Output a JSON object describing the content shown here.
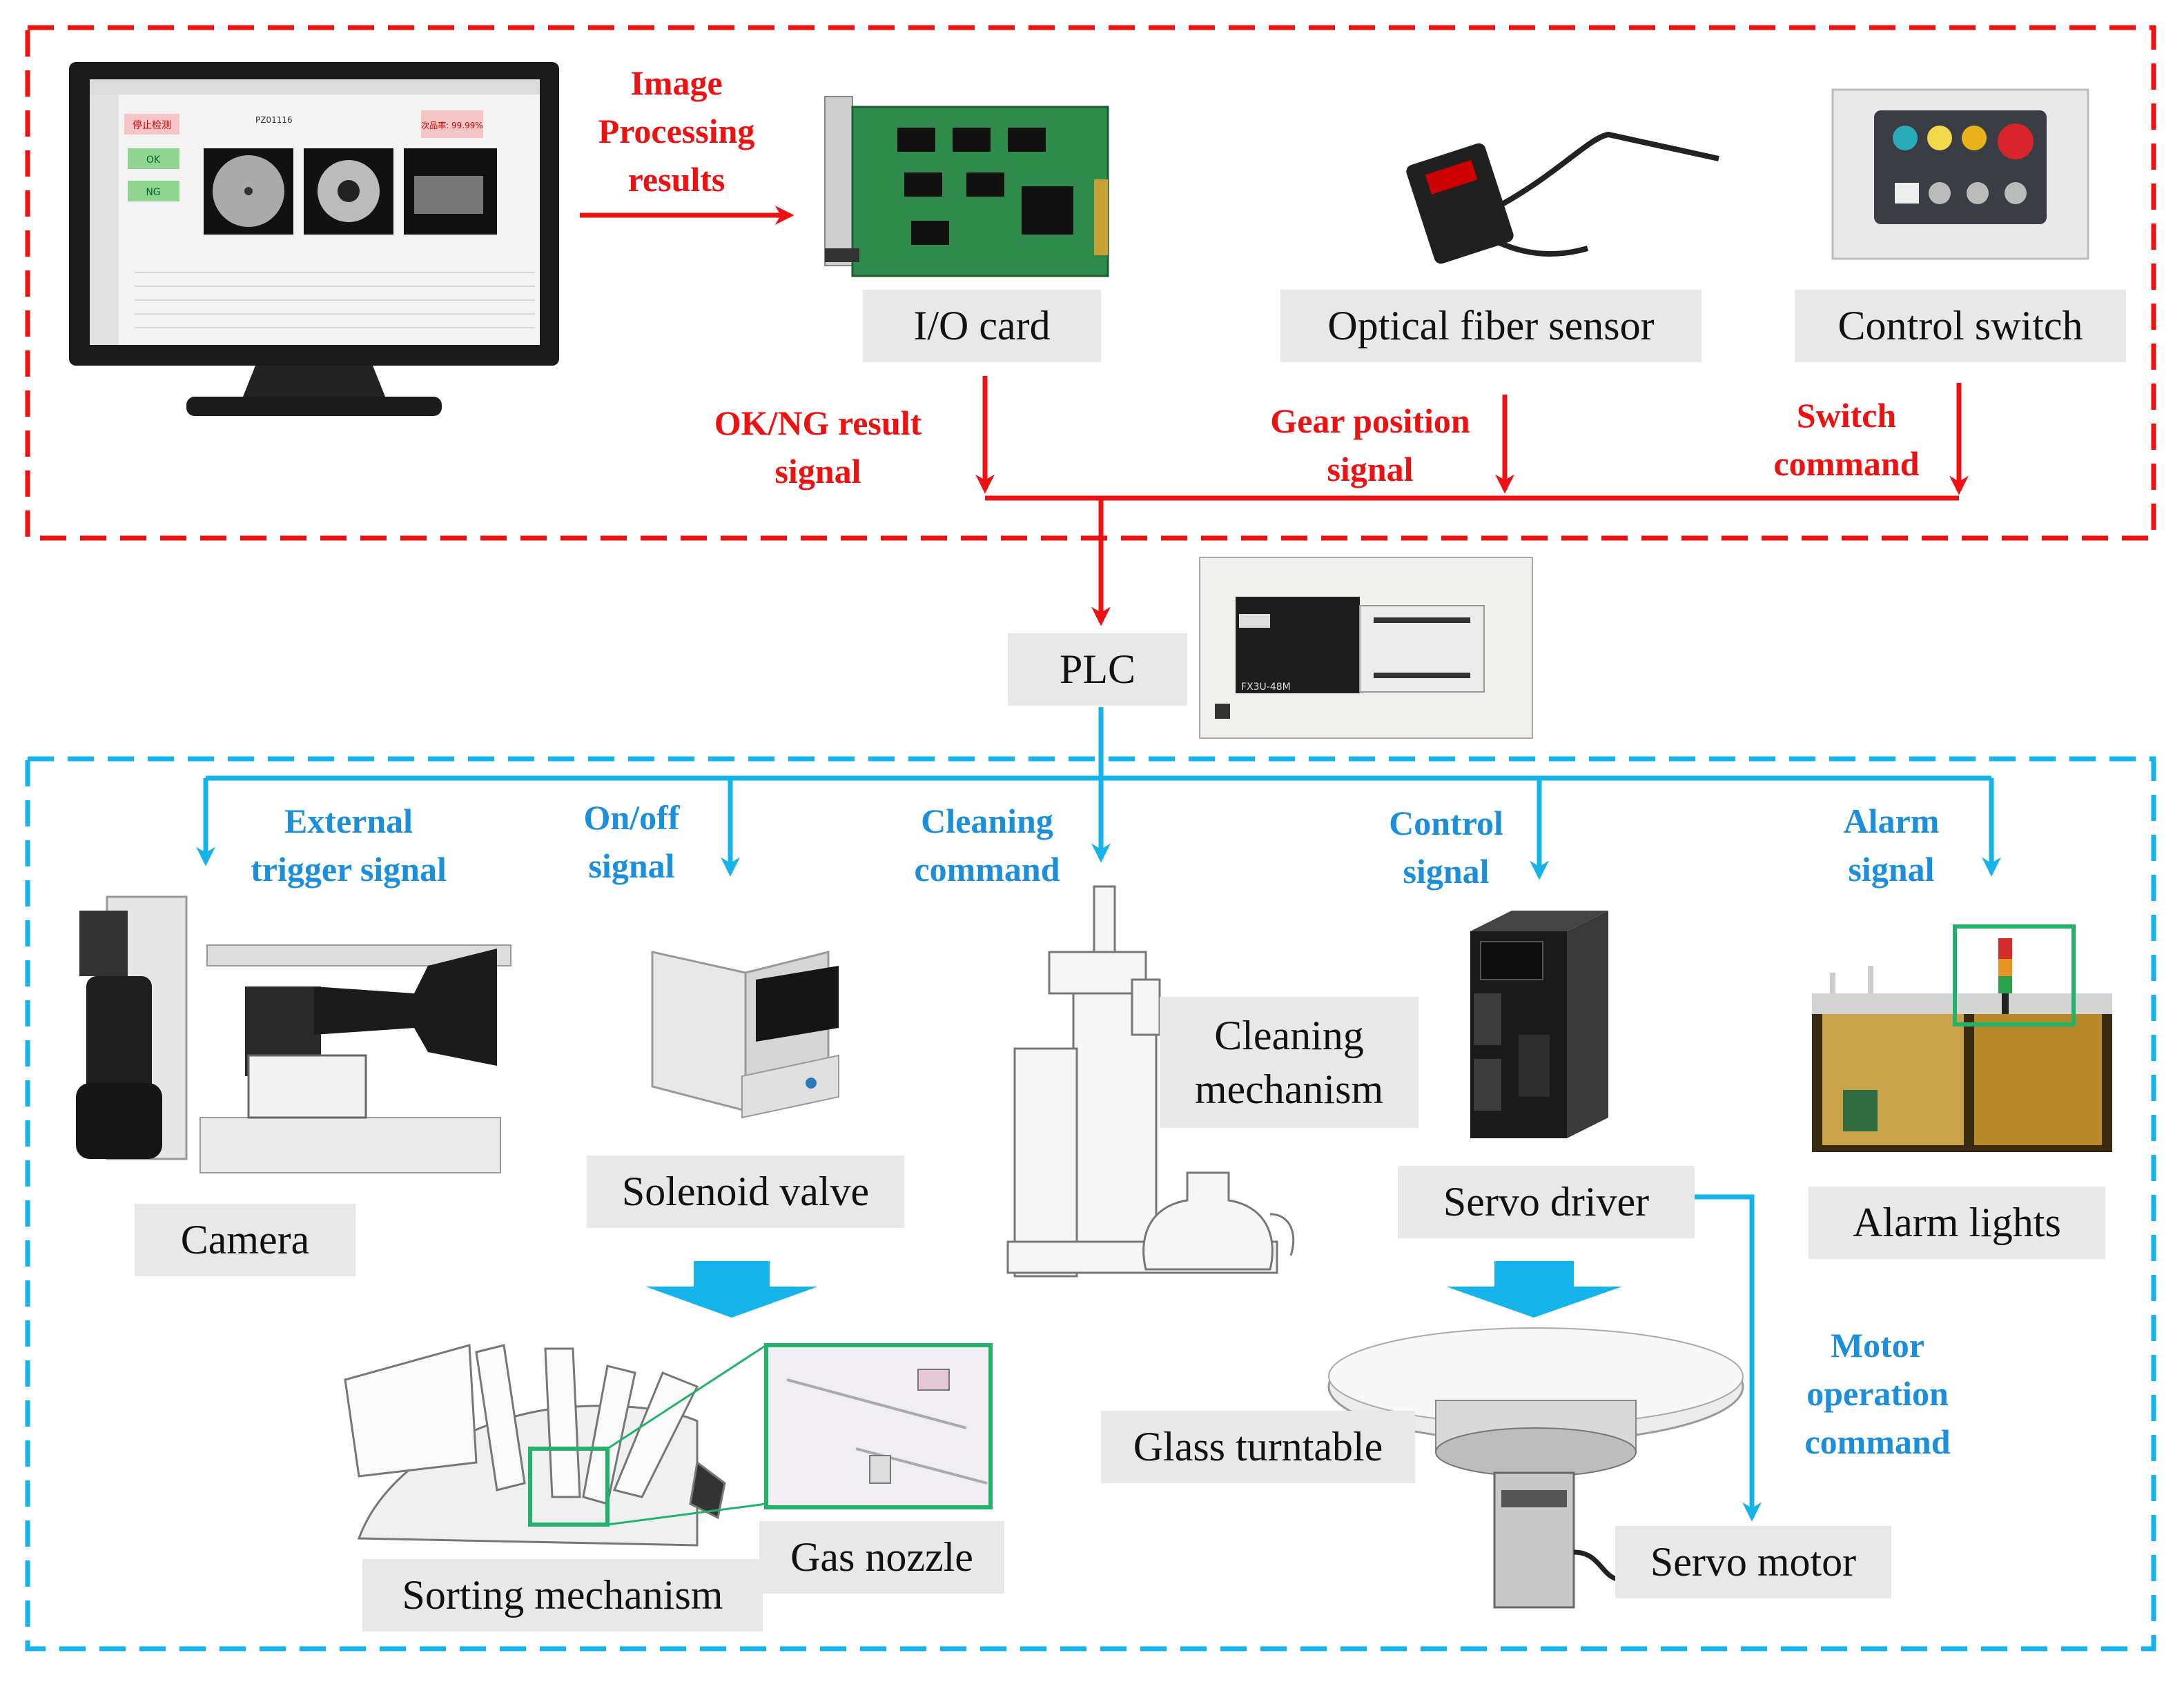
{
  "colors": {
    "control_red": "#ee1111",
    "field_blue": "#14b3ea",
    "label_blue": "#1b8fdb",
    "label_bg": "#e8e8e8",
    "highlight_green": "#22b36a"
  },
  "top_section": {
    "image_processing": [
      "Image",
      "Processing",
      "results"
    ],
    "io_card": "I/O card",
    "optical_fiber_sensor": "Optical fiber sensor",
    "control_switch": "Control switch",
    "ok_ng_signal": [
      "OK/NG result",
      "signal"
    ],
    "gear_position_signal": [
      "Gear position",
      "signal"
    ],
    "switch_command": [
      "Switch",
      "command"
    ]
  },
  "plc": {
    "label": "PLC"
  },
  "bottom_section": {
    "external_trigger": [
      "External",
      "trigger signal"
    ],
    "on_off_signal": [
      "On/off",
      "signal"
    ],
    "cleaning_command": [
      "Cleaning",
      "command"
    ],
    "control_signal": [
      "Control",
      "signal"
    ],
    "alarm_signal": [
      "Alarm",
      "signal"
    ],
    "camera": "Camera",
    "solenoid_valve": "Solenoid valve",
    "cleaning_mechanism": [
      "Cleaning",
      "mechanism"
    ],
    "servo_driver": "Servo driver",
    "alarm_lights": "Alarm lights",
    "glass_turntable": "Glass turntable",
    "servo_motor": "Servo motor",
    "gas_nozzle": "Gas nozzle",
    "sorting_mechanism": "Sorting mechanism",
    "motor_operation_command": [
      "Motor",
      "operation",
      "command"
    ]
  },
  "monitor_ui": {
    "ng_rate": "次品率: 99.99%",
    "product_code": "PZ01116",
    "stop_button": "停止检测",
    "ok_button": "OK",
    "ng_button": "NG"
  },
  "plc_model": "FX3U-48M"
}
